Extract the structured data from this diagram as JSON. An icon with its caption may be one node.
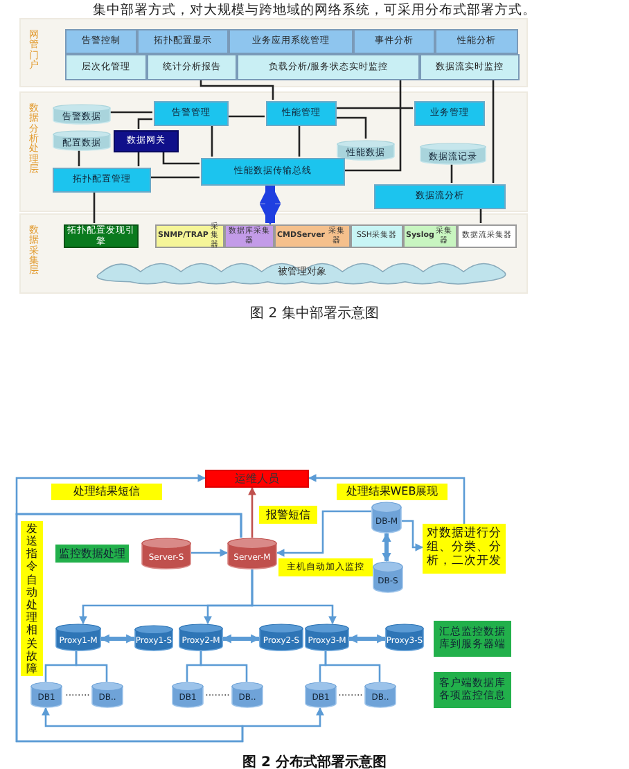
{
  "diagram": {
    "nodes": [
      {
        "text": [
          "网管门户"
        ]
      },
      {
        "text": [
          "告警控制"
        ],
        "in": 0
      },
      {
        "text": [
          "拓扑配置显示"
        ],
        "in": 0
      },
      {
        "text": [
          "业务应用系统管理"
        ],
        "in": 0
      },
      {
        "text": [
          "事件分析"
        ],
        "in": 0
      },
      {
        "text": [
          "性能分析"
        ],
        "in": 0
      },
      {
        "text": [
          "层次化管理"
        ],
        "in": 0
      },
      {
        "text": [
          "统计分析报告"
        ],
        "in": 0
      },
      {
        "text": [
          "负载分析/服务状态实时监控"
        ],
        "in": 0
      },
      {
        "text": [
          "数据流实时监控"
        ],
        "in": 0
      },
      {
        "text": [
          "数据分析处理层"
        ]
      },
      {
        "text": [
          "告警数据"
        ],
        "in": 10
      },
      {
        "text": [
          "告警管理"
        ],
        "in": 10
      },
      {
        "text": [
          "性能管理"
        ],
        "in": 10
      },
      {
        "text": [
          "业务管理"
        ],
        "in": 10
      },
      {
        "text": [
          "配置数据"
        ],
        "in": 10
      },
      {
        "text": [
          "数据网关"
        ],
        "in": 10
      },
      {
        "text": [
          "性能数据"
        ],
        "in": 10
      },
      {
        "text": [
          "数据流记录"
        ],
        "in": 10
      },
      {
        "text": [
          "拓扑配置管理"
        ],
        "in": 10
      },
      {
        "text": [
          "性能数据传输总线"
        ],
        "in": 10
      },
      {
        "text": [
          "数据流分析"
        ],
        "in": 10
      },
      {
        "text": [
          "数据采集层"
        ]
      },
      {
        "text": [
          "拓扑配置发现引擎"
        ],
        "in": 22
      },
      {
        "text": [
          "**SNMP/TRAP**采集器"
        ],
        "in": 22
      },
      {
        "text": [
          "数据库采集器"
        ],
        "in": 22
      },
      {
        "text": [
          "**CMDServer**采集器"
        ],
        "in": 22
      },
      {
        "text": [
          "SSH采集器"
        ],
        "in": 22
      },
      {
        "text": [
          "**Syslog**采集器"
        ],
        "in": 22
      },
      {
        "text": [
          "数据流采集器"
        ],
        "in": 22
      },
      {
        "text": [
          "被管理对象"
        ],
        "in": 22
      },
      {
        "text": [
          "运维人员"
        ]
      },
      {
        "text": [
          "处理结果短信"
        ]
      },
      {
        "text": [
          "处理结果WEB展现"
        ]
      },
      {
        "text": [
          "DB-M"
        ]
      },
      {
        "text": [
          "报警短信"
        ]
      },
      {
        "text": [
          "发送指令自动处理相关故障"
        ]
      },
      {
        "text": [
          "对数据进行分组、分类、分析，二次开发"
        ]
      },
      {
        "text": [
          "监控数据处理"
        ]
      },
      {
        "text": [
          "Server-S"
        ]
      },
      {
        "text": [
          "Server-M"
        ]
      },
      {
        "text": [
          "主机自动加入监控"
        ]
      },
      {
        "text": [
          "DB-S"
        ]
      },
      {
        "text": [
          "Proxy1-M"
        ]
      },
      {
        "text": [
          "Proxy1-S"
        ]
      },
      {
        "text": [
          "Proxy2-M"
        ]
      },
      {
        "text": [
          "Proxy2-S"
        ]
      },
      {
        "text": [
          "Proxy3-M"
        ]
      },
      {
        "text": [
          "Proxy3-S"
        ]
      },
      {
        "text": [
          "汇总监控数据库到服务器端"
        ]
      },
      {
        "text": [
          "DB1"
        ]
      },
      {
        "text": [
          "DB.."
        ]
      },
      {
        "text": [
          "DB1"
        ]
      },
      {
        "text": [
          "DB.."
        ]
      },
      {
        "text": [
          "DB1"
        ]
      },
      {
        "text": [
          "DB.."
        ]
      },
      {
        "text": [
          "客户端数据库各项监控信息"
        ]
      }
    ],
    "edges": [
      {
        "from": 7,
        "to": 13,
        "arrow": "none",
        "color": "#222222"
      },
      {
        "from": 8,
        "to": 20,
        "arrow": "none",
        "color": "#222222"
      },
      {
        "from": 9,
        "to": 21,
        "arrow": "none",
        "color": "#222222"
      },
      {
        "from": 11,
        "to": 12,
        "arrow": "none",
        "color": "#222222"
      },
      {
        "from": 12,
        "to": 13,
        "arrow": "none",
        "color": "#222222"
      },
      {
        "from": 13,
        "to": 14,
        "arrow": "none",
        "color": "#222222"
      },
      {
        "from": 13,
        "to": 17,
        "arrow": "none",
        "color": "#222222"
      },
      {
        "from": 13,
        "to": 20,
        "arrow": "none",
        "color": "#222222"
      },
      {
        "from": 12,
        "to": 20,
        "arrow": "none",
        "color": "#222222"
      },
      {
        "from": 12,
        "to": 16,
        "arrow": "none",
        "color": "#222222"
      },
      {
        "from": 16,
        "to": 19,
        "arrow": "none",
        "color": "#222222"
      },
      {
        "from": 16,
        "to": 20,
        "arrow": "none",
        "color": "#222222"
      },
      {
        "from": 15,
        "to": 19,
        "arrow": "none",
        "color": "#222222"
      },
      {
        "from": 19,
        "to": 20,
        "arrow": "none",
        "color": "#222222"
      },
      {
        "from": 19,
        "to": 23,
        "arrow": "none",
        "color": "#222222"
      },
      {
        "from": 18,
        "to": 21,
        "arrow": "none",
        "color": "#222222"
      },
      {
        "from": 21,
        "to": 29,
        "arrow": "none",
        "color": "#222222"
      },
      {
        "from": 20,
        "to": 25,
        "arrow": "both",
        "style": "thick",
        "color": "#1f3fe0"
      },
      {
        "from": 40,
        "to": 31,
        "arrow": "to",
        "color": "#c0504d"
      },
      {
        "from": 40,
        "to": 31,
        "arrow": "to"
      },
      {
        "from": 40,
        "to": 50,
        "arrow": "to"
      },
      {
        "from": 40,
        "to": 54,
        "arrow": "to"
      },
      {
        "from": 37,
        "to": 31,
        "arrow": "to"
      },
      {
        "from": 34,
        "to": 42,
        "arrow": "both",
        "style": "thick"
      },
      {
        "from": 34,
        "to": 37,
        "arrow": "to"
      },
      {
        "from": 34,
        "to": 40,
        "arrow": "to"
      },
      {
        "from": 39,
        "to": 40,
        "arrow": "to"
      },
      {
        "from": 40,
        "to": 43,
        "arrow": "to"
      },
      {
        "from": 40,
        "to": 45,
        "arrow": "to"
      },
      {
        "from": 40,
        "to": 47,
        "arrow": "to"
      },
      {
        "from": 43,
        "to": 44,
        "arrow": "both",
        "style": "thick"
      },
      {
        "from": 45,
        "to": 46,
        "arrow": "both",
        "style": "thick"
      },
      {
        "from": 47,
        "to": 48,
        "arrow": "both",
        "style": "thick"
      },
      {
        "from": 43,
        "to": 50,
        "arrow": "none"
      },
      {
        "from": 43,
        "to": 51,
        "arrow": "none"
      },
      {
        "from": 45,
        "to": 52,
        "arrow": "none"
      },
      {
        "from": 45,
        "to": 53,
        "arrow": "none"
      },
      {
        "from": 47,
        "to": 54,
        "arrow": "none"
      },
      {
        "from": 47,
        "to": 55,
        "arrow": "none"
      }
    ],
    "labels": [
      "集中部署方式，对大规模与跨地域的网络系统，可采用分布式部署方式。",
      "图 2  集中部署示意图",
      "........",
      "........",
      "........",
      "图 2  分布式部署示意图"
    ]
  }
}
